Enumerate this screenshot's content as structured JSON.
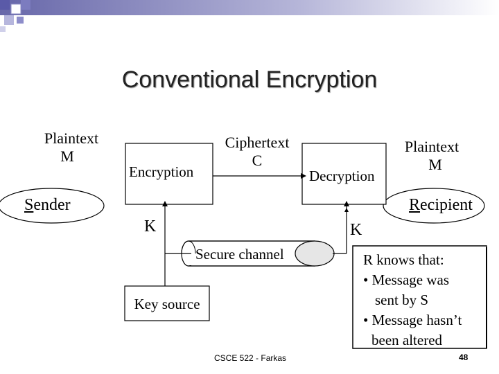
{
  "title": "Conventional Encryption",
  "sender": {
    "plaintext_label": "Plaintext",
    "plaintext_var": "M",
    "name": "Sender"
  },
  "encryption": {
    "label": "Encryption"
  },
  "ciphertext": {
    "label": "Ciphertext",
    "var": "C"
  },
  "decryption": {
    "label": "Decryption"
  },
  "recipient": {
    "plaintext_label": "Plaintext",
    "plaintext_var": "M",
    "name": "Recipient"
  },
  "keys": {
    "left": "K",
    "right": "K"
  },
  "secure_channel": {
    "label": "Secure channel"
  },
  "key_source": {
    "label": "Key source"
  },
  "note": {
    "heading": "R knows that:",
    "bullets": [
      "• Message was",
      "sent by S",
      "• Message hasn’t",
      "been altered"
    ]
  },
  "footer": {
    "text": "CSCE 522 - Farkas",
    "page": "48"
  },
  "colors": {
    "header_bar": "#6b6bb0",
    "header_squares": "#7a7ab8",
    "ellipse_fill": "#ffffff",
    "tube_fill": "#e6e6e6"
  }
}
